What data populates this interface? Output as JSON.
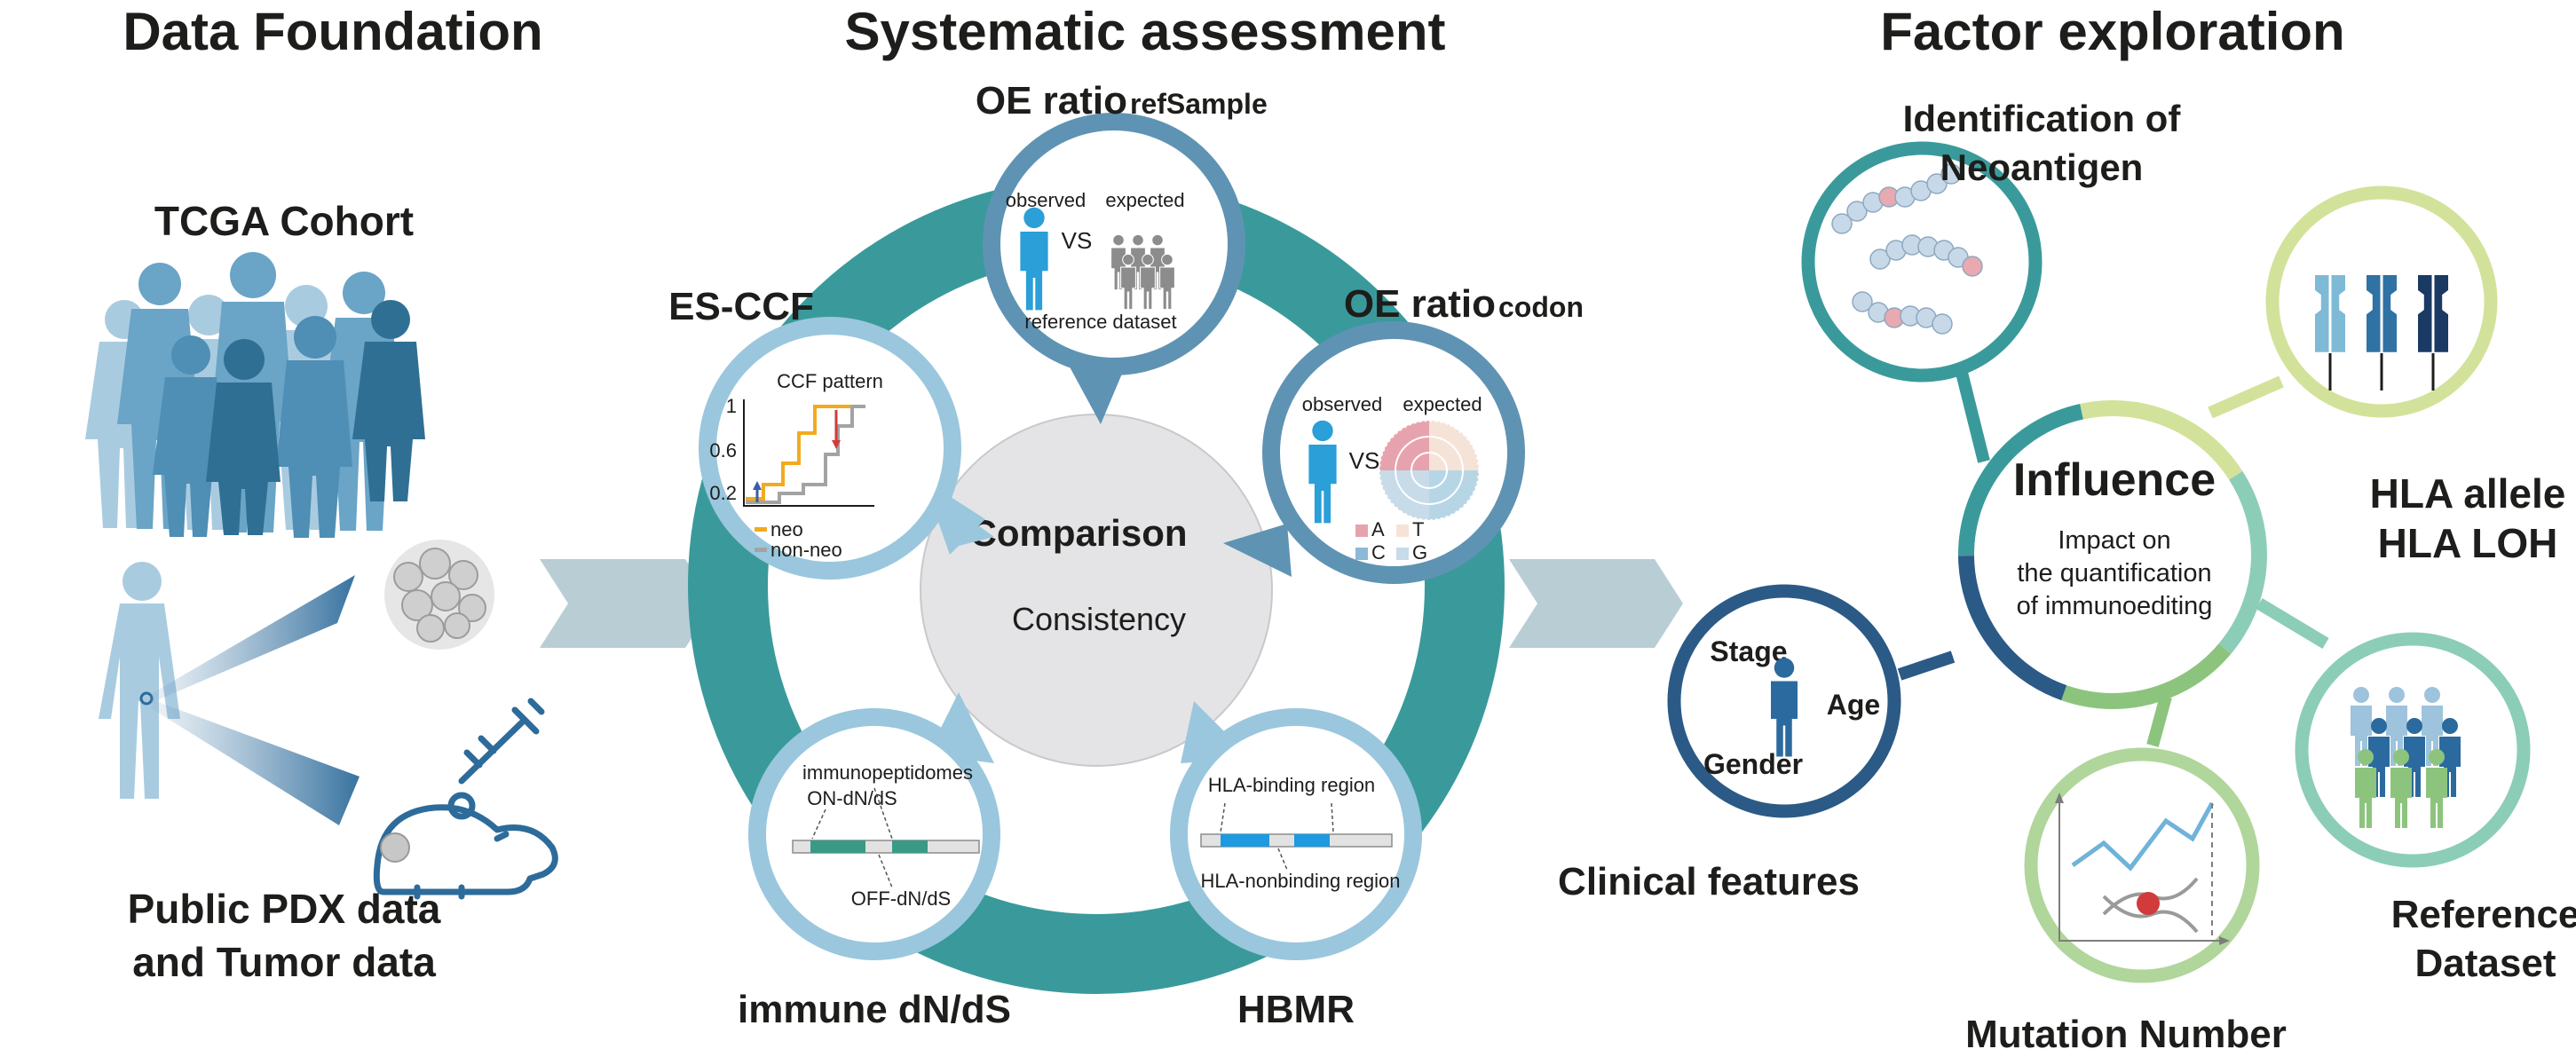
{
  "sections": {
    "data_foundation": "Data Foundation",
    "systematic_assessment": "Systematic assessment",
    "factor_exploration": "Factor exploration"
  },
  "data_foundation": {
    "tcga": "TCGA Cohort",
    "pdx_line1": "Public PDX data",
    "pdx_line2": "and Tumor data"
  },
  "assessment": {
    "center_title": "Comparison",
    "center_sub": "Consistency",
    "oe_refsample": {
      "title": "OE ratio",
      "subscript": "refSample",
      "observed": "observed",
      "vs": "VS",
      "expected": "expected",
      "reference": "reference dataset"
    },
    "oe_codon": {
      "title": "OE ratio",
      "subscript": "codon",
      "observed": "observed",
      "vs": "VS",
      "expected": "expected",
      "legend": [
        "A",
        "T",
        "C",
        "G"
      ]
    },
    "es_ccf": {
      "title": "ES-CCF",
      "plot_title": "CCF pattern",
      "ticks": [
        "1",
        "0.6",
        "0.2"
      ],
      "legend": [
        "neo",
        "non-neo"
      ]
    },
    "immune_dnds": {
      "title": "immune dN/dS",
      "label1": "immunopeptidomes",
      "label2": "ON-dN/dS",
      "label3": "OFF-dN/dS"
    },
    "hbmr": {
      "title": "HBMR",
      "label1": "HLA-binding region",
      "label2": "HLA-nonbinding region"
    }
  },
  "factors": {
    "influence_title": "Influence",
    "influence_line1": "Impact on",
    "influence_line2": "the quantification",
    "influence_line3": "of immunoediting",
    "neoantigen_line1": "Identification of",
    "neoantigen_line2": "Neoantigen",
    "hla_line1": "HLA allele",
    "hla_line2": "HLA LOH",
    "reference_line1": "Reference",
    "reference_line2": "Dataset",
    "mutation": "Mutation Number",
    "clinical": "Clinical features",
    "stage": "Stage",
    "age": "Age",
    "gender": "Gender"
  },
  "colors": {
    "teal": "#3a9a9b",
    "dark_blue": "#2b5a86",
    "light_green": "#d3e29a",
    "mint": "#8ccdb8",
    "green": "#8cc47e",
    "callout_blue": "#6fa6c3",
    "arrow": "#b9cdd5",
    "orange": "#f2aa1f",
    "gray": "#a3a3a3",
    "red": "#d13b3b"
  }
}
